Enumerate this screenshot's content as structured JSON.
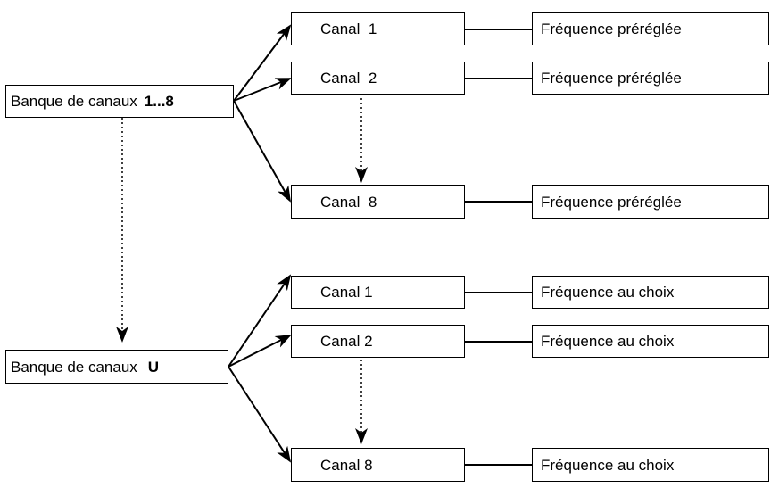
{
  "diagram": {
    "bank_preset": {
      "label": "Banque de canaux",
      "range": "1...8"
    },
    "bank_user": {
      "label": "Banque de canaux",
      "range": "U"
    },
    "preset_channels": [
      {
        "channel": "Canal  1",
        "frequency": "Fréquence préréglée"
      },
      {
        "channel": "Canal  2",
        "frequency": "Fréquence préréglée"
      },
      {
        "channel": "Canal  8",
        "frequency": "Fréquence préréglée"
      }
    ],
    "user_channels": [
      {
        "channel": "Canal 1",
        "frequency": "Fréquence au choix"
      },
      {
        "channel": "Canal 2",
        "frequency": "Fréquence au choix"
      },
      {
        "channel": "Canal 8",
        "frequency": "Fréquence au choix"
      }
    ]
  }
}
